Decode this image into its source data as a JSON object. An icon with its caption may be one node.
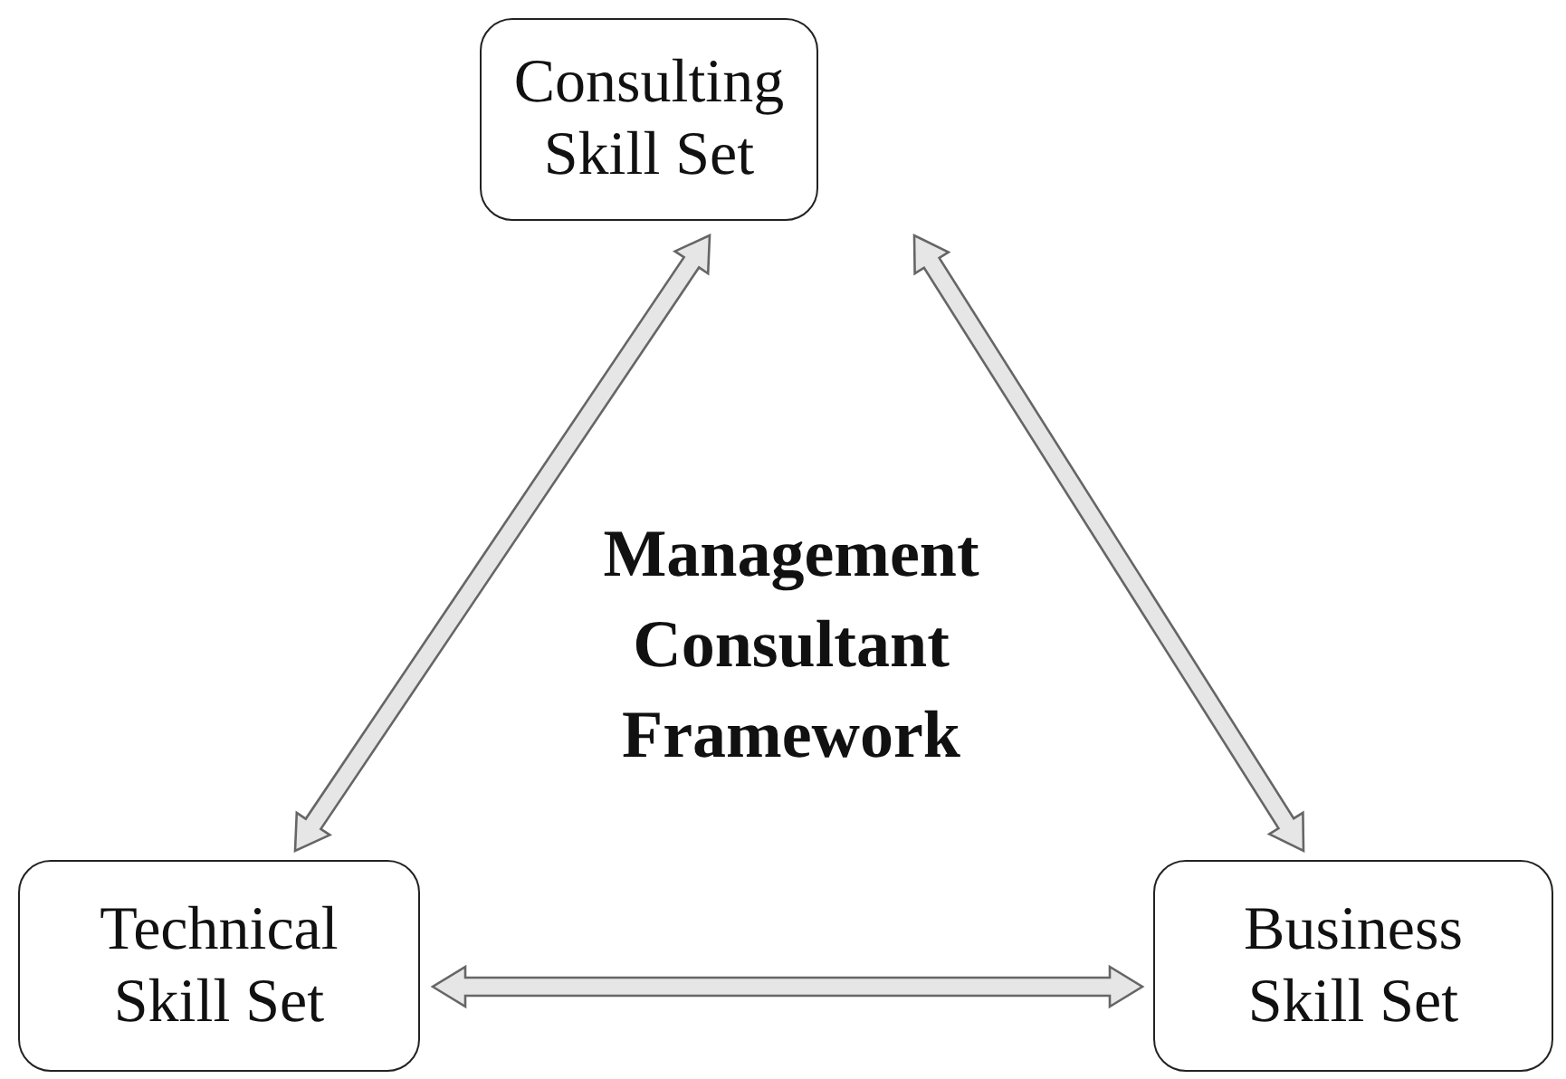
{
  "diagram": {
    "title": "Management Consultant Framework",
    "nodes": [
      {
        "text": [
          "Consulting Skill Set"
        ]
      },
      {
        "text": [
          "Technical Skill Set"
        ]
      },
      {
        "text": [
          "Business Skill Set"
        ]
      }
    ],
    "edges": [
      {
        "from": 0,
        "to": 1,
        "arrow": "both"
      },
      {
        "from": 0,
        "to": 2,
        "arrow": "both"
      },
      {
        "from": 1,
        "to": 2,
        "arrow": "both"
      }
    ]
  }
}
